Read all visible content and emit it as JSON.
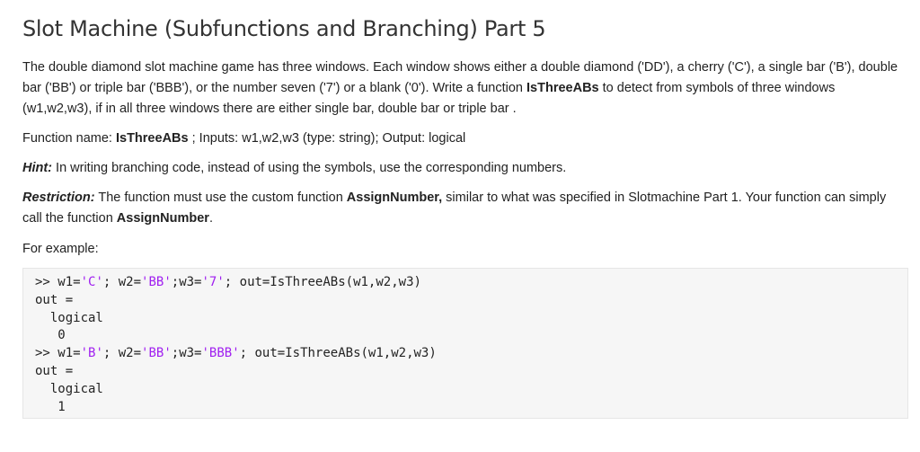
{
  "title": "Slot Machine (Subfunctions and Branching) Part 5",
  "intro": {
    "text_before": "The double diamond slot machine game has three windows. Each window shows either a double diamond ('DD'),  a cherry ('C'), a single bar ('B'), double bar ('BB') or triple bar ('BBB'), or the number seven ('7') or a blank ('0').   Write a function ",
    "function_name": "IsThreeABs",
    "text_after": " to detect from symbols of three windows (w1,w2,w3), if in all three windows there are either single bar, double bar or triple bar ."
  },
  "signature": {
    "label": "Function name:  ",
    "function_name": "IsThreeABs",
    "details": "  ; Inputs:  w1,w2,w3 (type: string); Output:  logical"
  },
  "hint": {
    "label": "Hint:",
    "text": " In writing branching code, instead of using the symbols, use the corresponding numbers."
  },
  "restriction": {
    "label": "Restriction:",
    "text_before": " The function must use the custom function ",
    "custom_function": "AssignNumber,",
    "text_middle": " similar to what was specified in Slotmachine Part 1. Your function can simply call the function ",
    "custom_function_2": "AssignNumber",
    "text_after": "."
  },
  "example_label": "For example:",
  "code": {
    "ex1": {
      "prompt": ">> ",
      "p1": "w1=",
      "s1": "'C'",
      "p2": "; w2=",
      "s2": "'BB'",
      "p3": ";w3=",
      "s3": "'7'",
      "p4": "; out=IsThreeABs(w1,w2,w3)"
    },
    "out_label_1": "out =",
    "type_1": "  logical",
    "value_1": "   0",
    "ex2": {
      "prompt": ">> ",
      "p1": "w1=",
      "s1": "'B'",
      "p2": "; w2=",
      "s2": "'BB'",
      "p3": ";w3=",
      "s3": "'BBB'",
      "p4": "; out=IsThreeABs(w1,w2,w3)"
    },
    "out_label_2": "out =",
    "type_2": "  logical",
    "value_2": "   1"
  },
  "colors": {
    "string_literal": "#a020f0",
    "code_background": "#f6f6f6"
  }
}
